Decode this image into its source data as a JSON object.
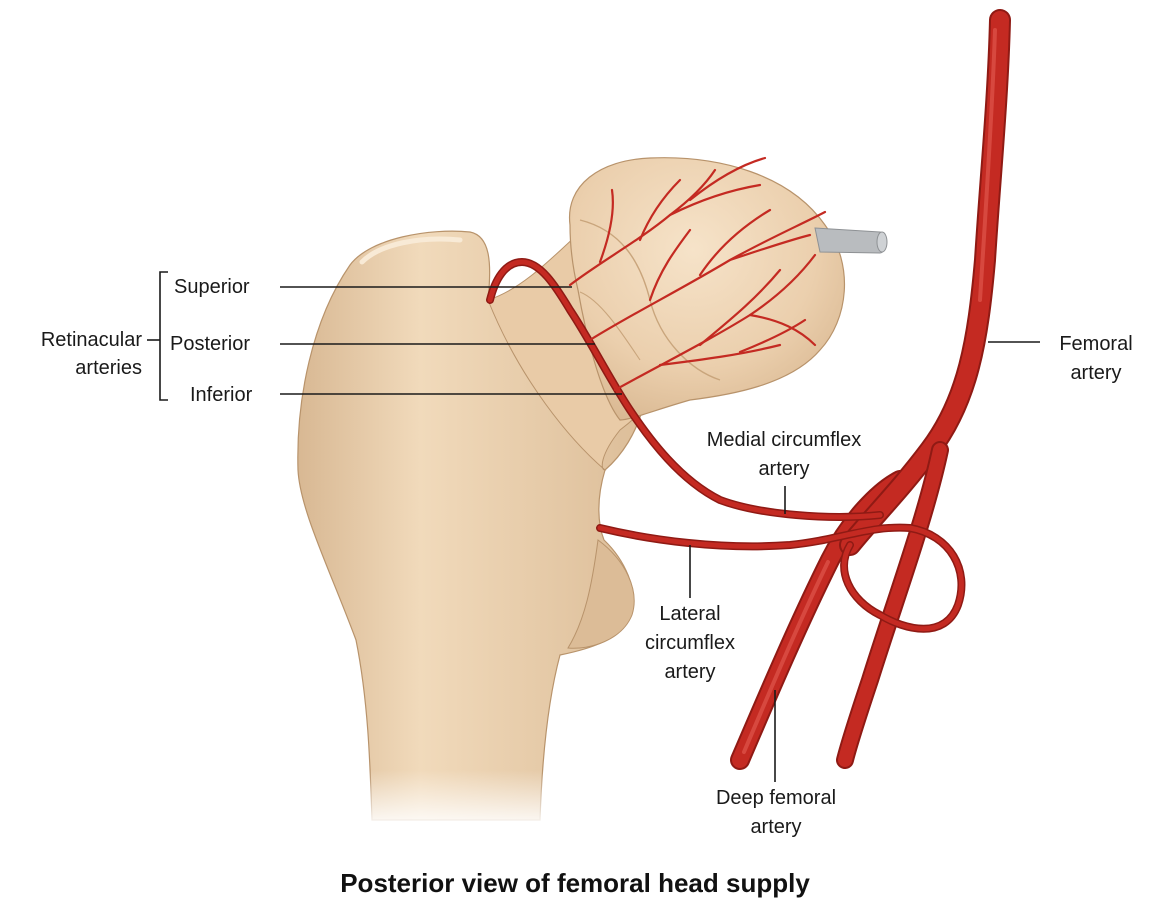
{
  "labels": {
    "retinacular_line1": "Retinacular",
    "retinacular_line2": "arteries",
    "superior": "Superior",
    "posterior": "Posterior",
    "inferior": "Inferior",
    "femoral_line1": "Femoral",
    "femoral_line2": "artery",
    "medial_line1": "Medial circumflex",
    "medial_line2": "artery",
    "lateral_line1": "Lateral",
    "lateral_line2": "circumflex",
    "lateral_line3": "artery",
    "deep_line1": "Deep femoral",
    "deep_line2": "artery"
  },
  "caption": "Posterior view of femoral head supply",
  "colors": {
    "bone_fill": "#ecd2b2",
    "bone_shadow": "#cfae88",
    "bone_outline": "#b8936b",
    "artery": "#c42a22",
    "artery_dark": "#8f1a14",
    "artery_highlight": "#e0564c",
    "pin": "#b9bcbf"
  },
  "icons": [
    "femur-illustration",
    "artery-network"
  ]
}
